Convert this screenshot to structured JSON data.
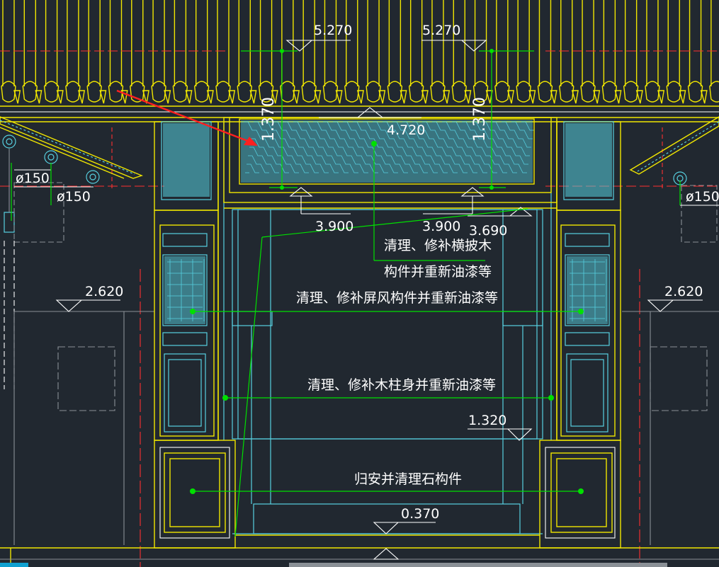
{
  "colors": {
    "background": "#212830",
    "structure": "#f0e600",
    "detail": "#57d0e0",
    "leader": "#00e000",
    "axis": "#ff3030",
    "text": "#ffffff",
    "context": "#8a9096"
  },
  "elevations": {
    "eave_left": "5.270",
    "eave_right": "5.270",
    "lintel_left": "3.900",
    "lintel_right": "3.900",
    "beam_top": "3.690",
    "side_wall_left": "2.620",
    "side_wall_right": "2.620",
    "plinth": "1.320",
    "threshold": "0.370"
  },
  "dimensions": {
    "panel_width": "4.720",
    "panel_height_left": "1.370",
    "panel_height_right": "1.370",
    "rafter_left_a": "ø150",
    "rafter_left_b": "ø150",
    "rafter_right": "ø150"
  },
  "notes": {
    "transom_line1": "清理、修补横披木",
    "transom_line2": "构件并重新油漆等",
    "screen": "清理、修补屏风构件并重新油漆等",
    "column": "清理、修补木柱身并重新油漆等",
    "stone": "归安并清理石构件"
  },
  "roof": {
    "tile_count": 34
  }
}
